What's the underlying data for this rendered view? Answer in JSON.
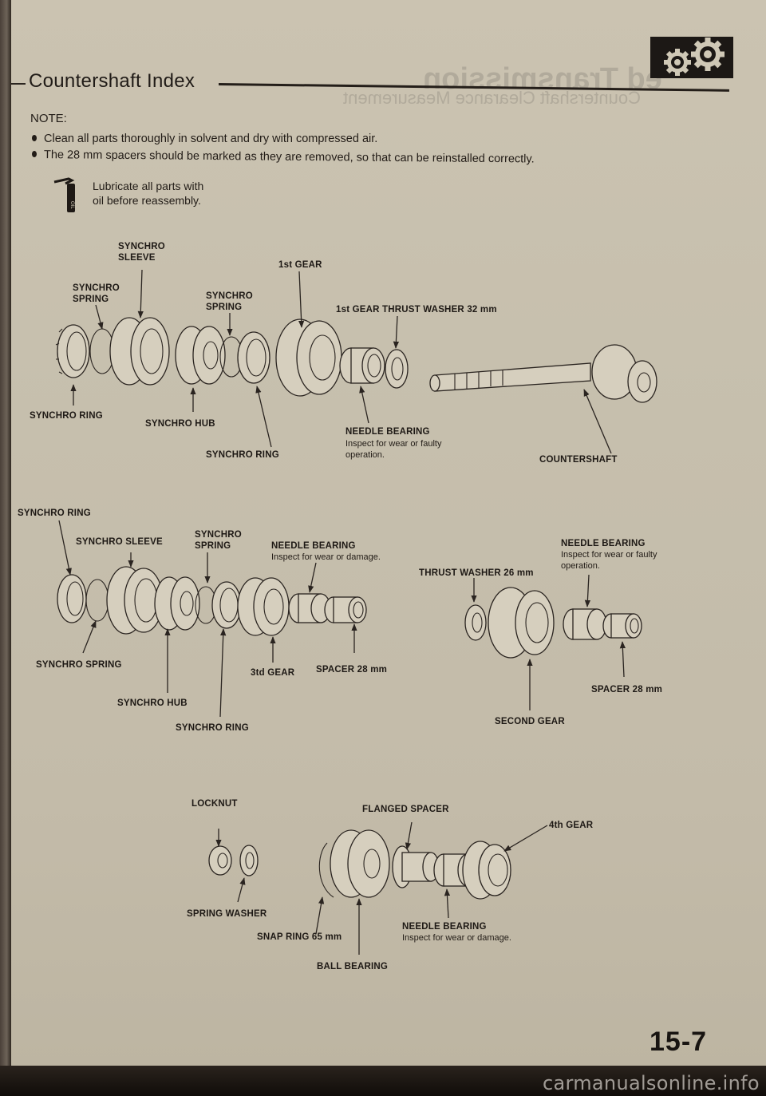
{
  "document": {
    "section_title": "Countershaft Index",
    "page_number": "15-7",
    "watermark": "carmanualsonline.info",
    "header_icon": "gears-icon"
  },
  "notes": {
    "label": "NOTE:",
    "items": [
      "Clean all parts thoroughly in solvent and dry with compressed air.",
      "The 28 mm spacers should be marked as they are removed, so that can be reinstalled correctly."
    ],
    "lubricate_icon": "oil-can-icon",
    "lubricate_line1": "Lubricate all parts with",
    "lubricate_line2": "oil before reassembly."
  },
  "bleed_through": {
    "heading": "Countershaft Clearance Measurement",
    "heading2": "ed Transmission"
  },
  "diagram_top": {
    "synchro_sleeve": [
      "SYNCHRO",
      "SLEEVE"
    ],
    "synchro_spring_left": [
      "SYNCHRO",
      "SPRING"
    ],
    "synchro_spring_right": [
      "SYNCHRO",
      "SPRING"
    ],
    "first_gear": "1st GEAR",
    "first_gear_thrust_washer": "1st GEAR THRUST WASHER 32 mm",
    "synchro_ring_left": "SYNCHRO RING",
    "synchro_hub": "SYNCHRO HUB",
    "synchro_ring_right": "SYNCHRO RING",
    "needle_bearing": "NEEDLE BEARING",
    "needle_bearing_note1": "Inspect for wear or faulty",
    "needle_bearing_note2": "operation.",
    "countershaft": "COUNTERSHAFT"
  },
  "diagram_middle": {
    "synchro_ring_top": "SYNCHRO RING",
    "synchro_sleeve": "SYNCHRO SLEEVE",
    "synchro_spring_top": [
      "SYNCHRO",
      "SPRING"
    ],
    "needle_bearing": "NEEDLE BEARING",
    "needle_bearing_note": "Inspect for wear or damage.",
    "synchro_spring_bottom": "SYNCHRO SPRING",
    "third_gear": "3td GEAR",
    "spacer": "SPACER 28 mm",
    "synchro_hub": "SYNCHRO HUB",
    "synchro_ring_bottom": "SYNCHRO RING"
  },
  "diagram_right": {
    "needle_bearing": "NEEDLE BEARING",
    "needle_bearing_note1": "Inspect for wear or faulty",
    "needle_bearing_note2": "operation.",
    "thrust_washer": "THRUST WASHER 26 mm",
    "spacer": "SPACER 28 mm",
    "second_gear": "SECOND GEAR"
  },
  "diagram_bottom": {
    "locknut": "LOCKNUT",
    "flanged_spacer": "FLANGED SPACER",
    "fourth_gear": "4th GEAR",
    "spring_washer": "SPRING WASHER",
    "snap_ring": "SNAP RING 65 mm",
    "needle_bearing": "NEEDLE BEARING",
    "needle_bearing_note": "Inspect for wear or damage.",
    "ball_bearing": "BALL BEARING"
  }
}
